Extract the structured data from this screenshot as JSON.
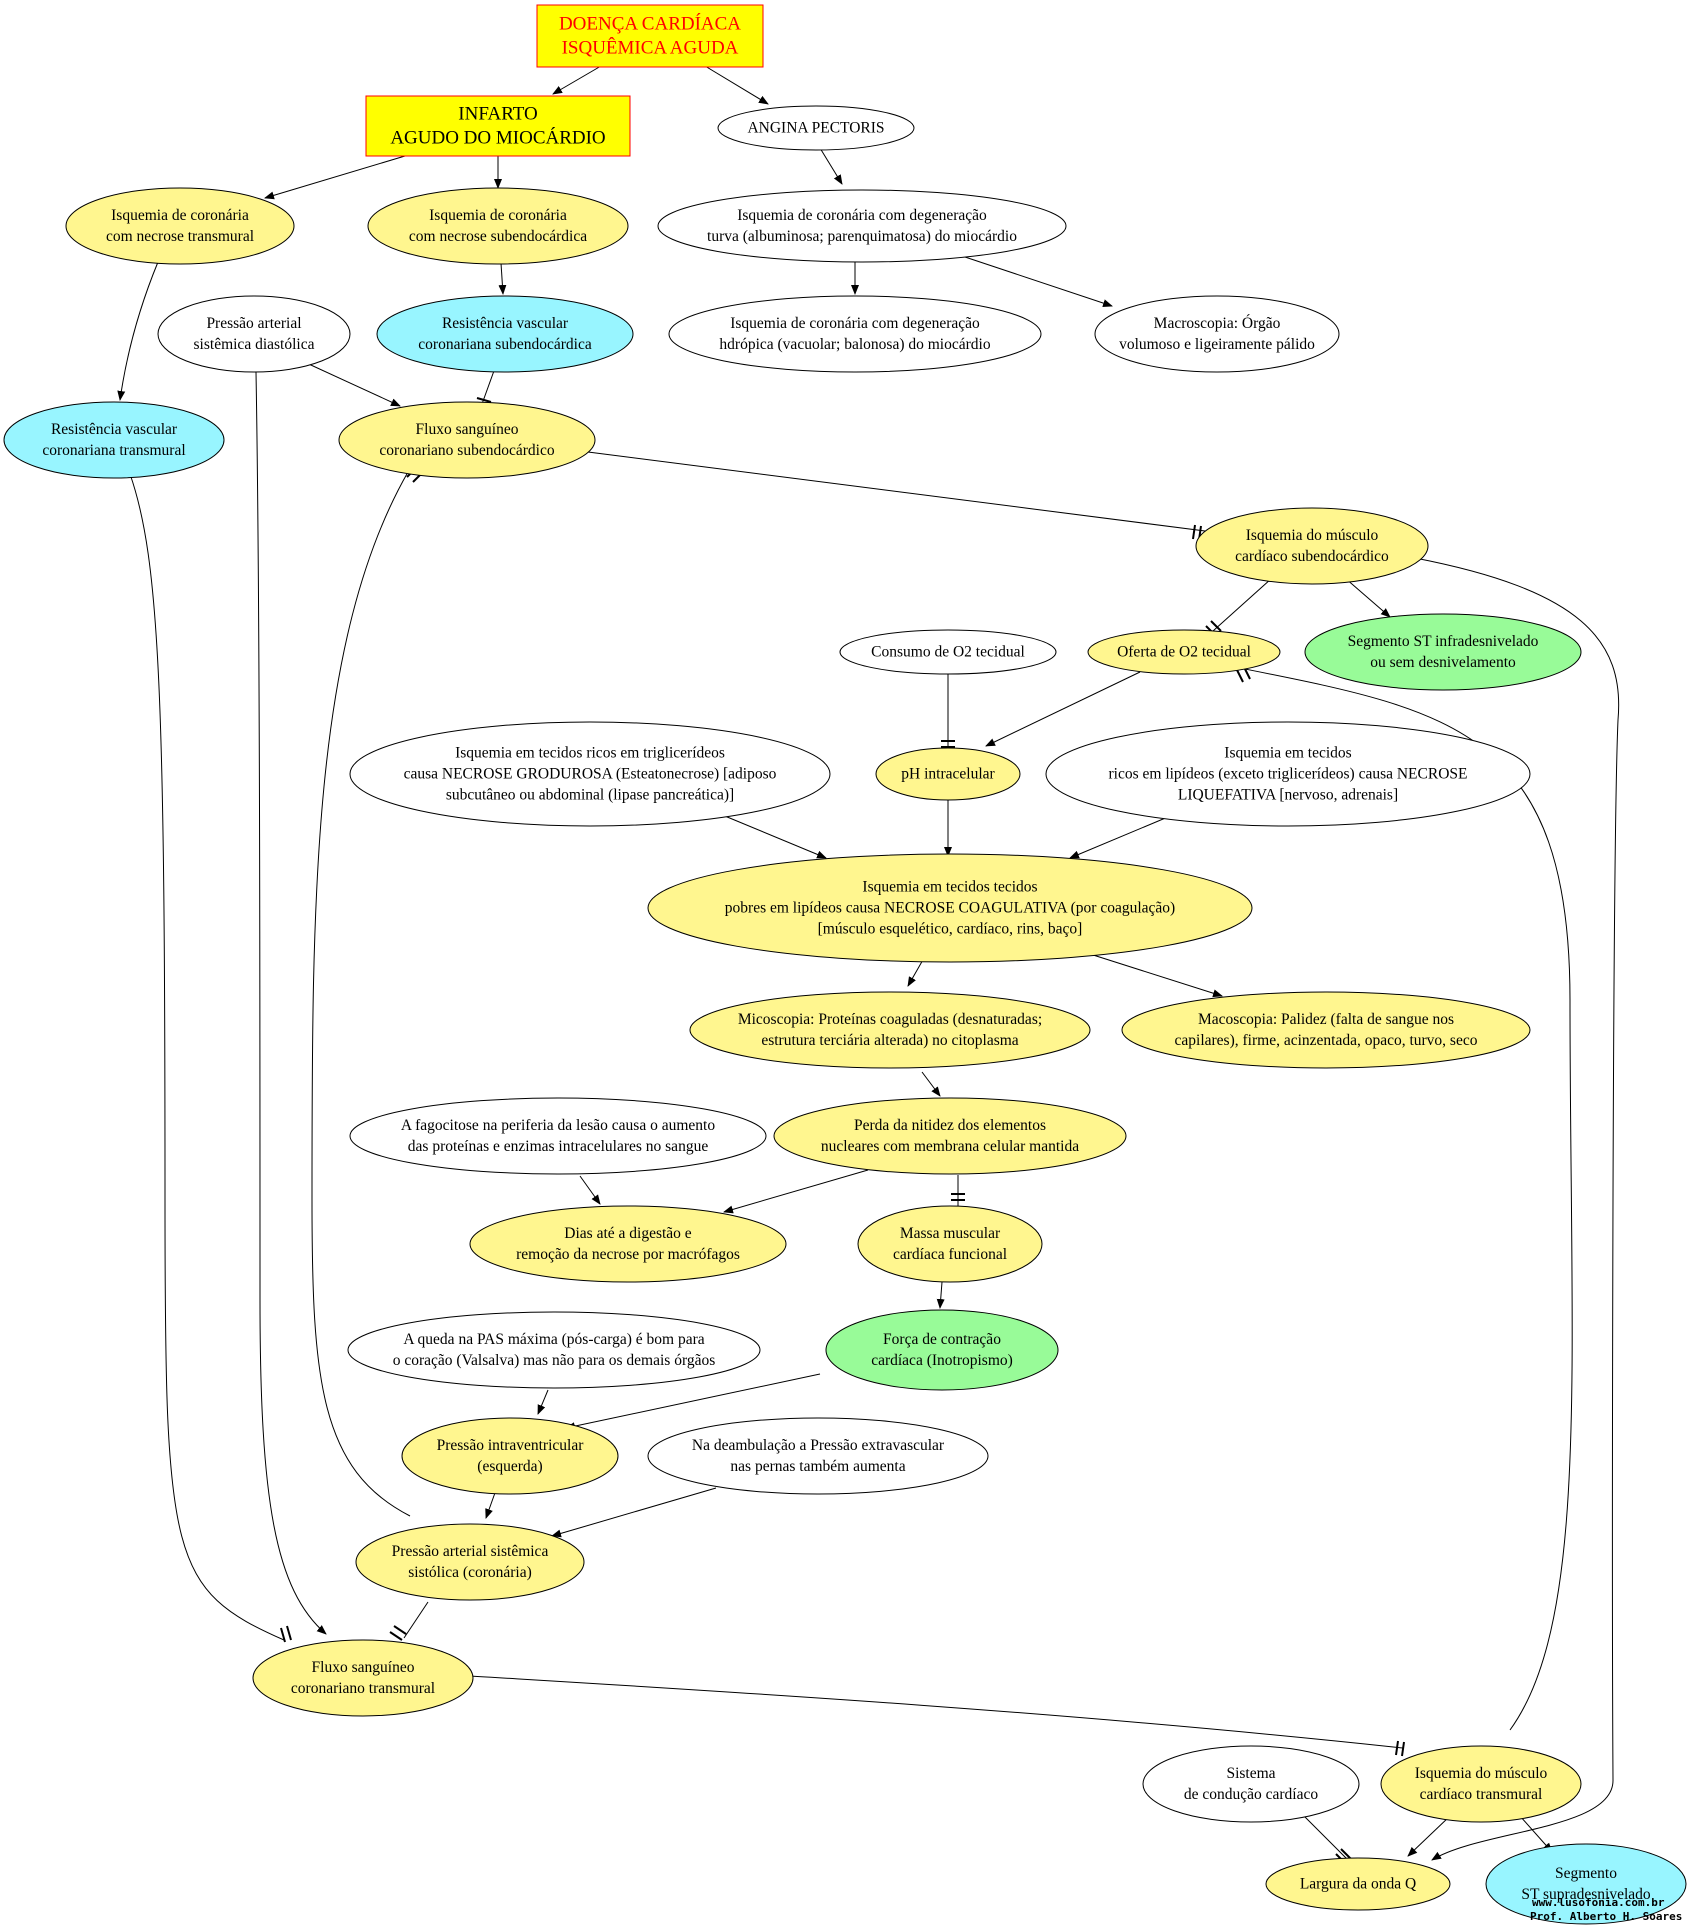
{
  "colors": {
    "yellow": "#fff68f",
    "cyan": "#98f5ff",
    "green": "#98fb98",
    "white": "#ffffff",
    "box_yellow": "#ffff00",
    "box_border": "#ff0000",
    "title_text": "#ff0000"
  },
  "nodes": {
    "doenca": {
      "lines": [
        "DOENÇA CARDÍACA",
        "ISQUÊMICA AGUDA"
      ]
    },
    "infarto": {
      "lines": [
        "INFARTO",
        "AGUDO DO MIOCÁRDIO"
      ]
    },
    "angina": {
      "lines": [
        "ANGINA PECTORIS"
      ]
    },
    "isq_transmural": {
      "lines": [
        "Isquemia de coronária",
        "com necrose transmural"
      ]
    },
    "isq_subendo": {
      "lines": [
        "Isquemia de coronária",
        "com necrose subendocárdica"
      ]
    },
    "isq_turva": {
      "lines": [
        "Isquemia de coronária com degeneração",
        "turva (albuminosa; parenquimatosa) do miocárdio"
      ]
    },
    "pressao_diast": {
      "lines": [
        "Pressão arterial",
        "sistêmica diastólica"
      ]
    },
    "resist_subendo": {
      "lines": [
        "Resistência vascular",
        "coronariana subendocárdica"
      ]
    },
    "isq_hidropica": {
      "lines": [
        "Isquemia de coronária com degeneração",
        "hdrópica (vacuolar; balonosa) do miocárdio"
      ]
    },
    "macroscopia": {
      "lines": [
        "Macroscopia: Órgão",
        "volumoso e ligeiramente pálido"
      ]
    },
    "resist_transmural": {
      "lines": [
        "Resistência vascular",
        "coronariana transmural"
      ]
    },
    "fluxo_subendo": {
      "lines": [
        "Fluxo sanguíneo",
        "coronariano subendocárdico"
      ]
    },
    "isq_musculo_sub": {
      "lines": [
        "Isquemia do músculo",
        "cardíaco subendocárdico"
      ]
    },
    "consumo_o2": {
      "lines": [
        "Consumo de O2 tecidual"
      ]
    },
    "oferta_o2": {
      "lines": [
        "Oferta de O2 tecidual"
      ]
    },
    "st_infra": {
      "lines": [
        "Segmento ST infradesnivelado",
        "ou sem desnivelamento"
      ]
    },
    "isq_trig": {
      "lines": [
        "Isquemia em tecidos ricos em triglicerídeos",
        "causa NECROSE GRODUROSA (Esteatonecrose) [adiposo",
        "subcutâneo ou abdominal (lipase pancreática)]"
      ]
    },
    "ph": {
      "lines": [
        "pH intracelular"
      ]
    },
    "isq_lipideos": {
      "lines": [
        "Isquemia em tecidos",
        "ricos em lipídeos (exceto triglicerídeos) causa NECROSE",
        "LIQUEFATIVA [nervoso, adrenais]"
      ]
    },
    "isq_coag": {
      "lines": [
        "Isquemia em tecidos tecidos",
        "pobres em lipídeos causa NECROSE COAGULATIVA (por coagulação)",
        "[músculo esquelético, cardíaco, rins, baço]"
      ]
    },
    "micro": {
      "lines": [
        "Micoscopia: Proteínas coaguladas (desnaturadas;",
        "estrutura terciária alterada) no citoplasma"
      ]
    },
    "macoscopia": {
      "lines": [
        "Macoscopia: Palidez (falta de sangue nos",
        "capilares), firme, acinzentada, opaco, turvo, seco"
      ]
    },
    "fagocitose": {
      "lines": [
        "A fagocitose na periferia da lesão causa o aumento",
        "das proteínas e enzimas intracelulares no sangue"
      ]
    },
    "perda": {
      "lines": [
        "Perda da nitidez dos elementos",
        "nucleares com membrana celular mantida"
      ]
    },
    "dias": {
      "lines": [
        "Dias até a digestão e",
        "remoção da necrose por macrófagos"
      ]
    },
    "massa": {
      "lines": [
        "Massa muscular",
        "cardíaca funcional"
      ]
    },
    "queda": {
      "lines": [
        "A queda na PAS máxima (pós-carga) é bom para",
        "o coração (Valsalva) mas não para os demais órgãos"
      ]
    },
    "forca": {
      "lines": [
        "Força de contração",
        "cardíaca (Inotropismo)"
      ]
    },
    "pressao_intra": {
      "lines": [
        "Pressão intraventricular",
        "(esquerda)"
      ]
    },
    "deambulacao": {
      "lines": [
        "Na deambulação a Pressão extravascular",
        "nas pernas também aumenta"
      ]
    },
    "pressao_sist": {
      "lines": [
        "Pressão arterial sistêmica",
        "sistólica (coronária)"
      ]
    },
    "fluxo_trans": {
      "lines": [
        "Fluxo sanguíneo",
        "coronariano transmural"
      ]
    },
    "sistema": {
      "lines": [
        "Sistema",
        "de condução cardíaco"
      ]
    },
    "isq_musculo_trans": {
      "lines": [
        "Isquemia do músculo",
        "cardíaco transmural"
      ]
    },
    "largura": {
      "lines": [
        "Largura da onda Q"
      ]
    },
    "st_supra": {
      "lines": [
        "Segmento",
        "ST supradesnivelado"
      ]
    }
  },
  "credit": {
    "line1": "www.lusofonia.com.br",
    "line2": "Prof. Alberto H. Soares"
  }
}
